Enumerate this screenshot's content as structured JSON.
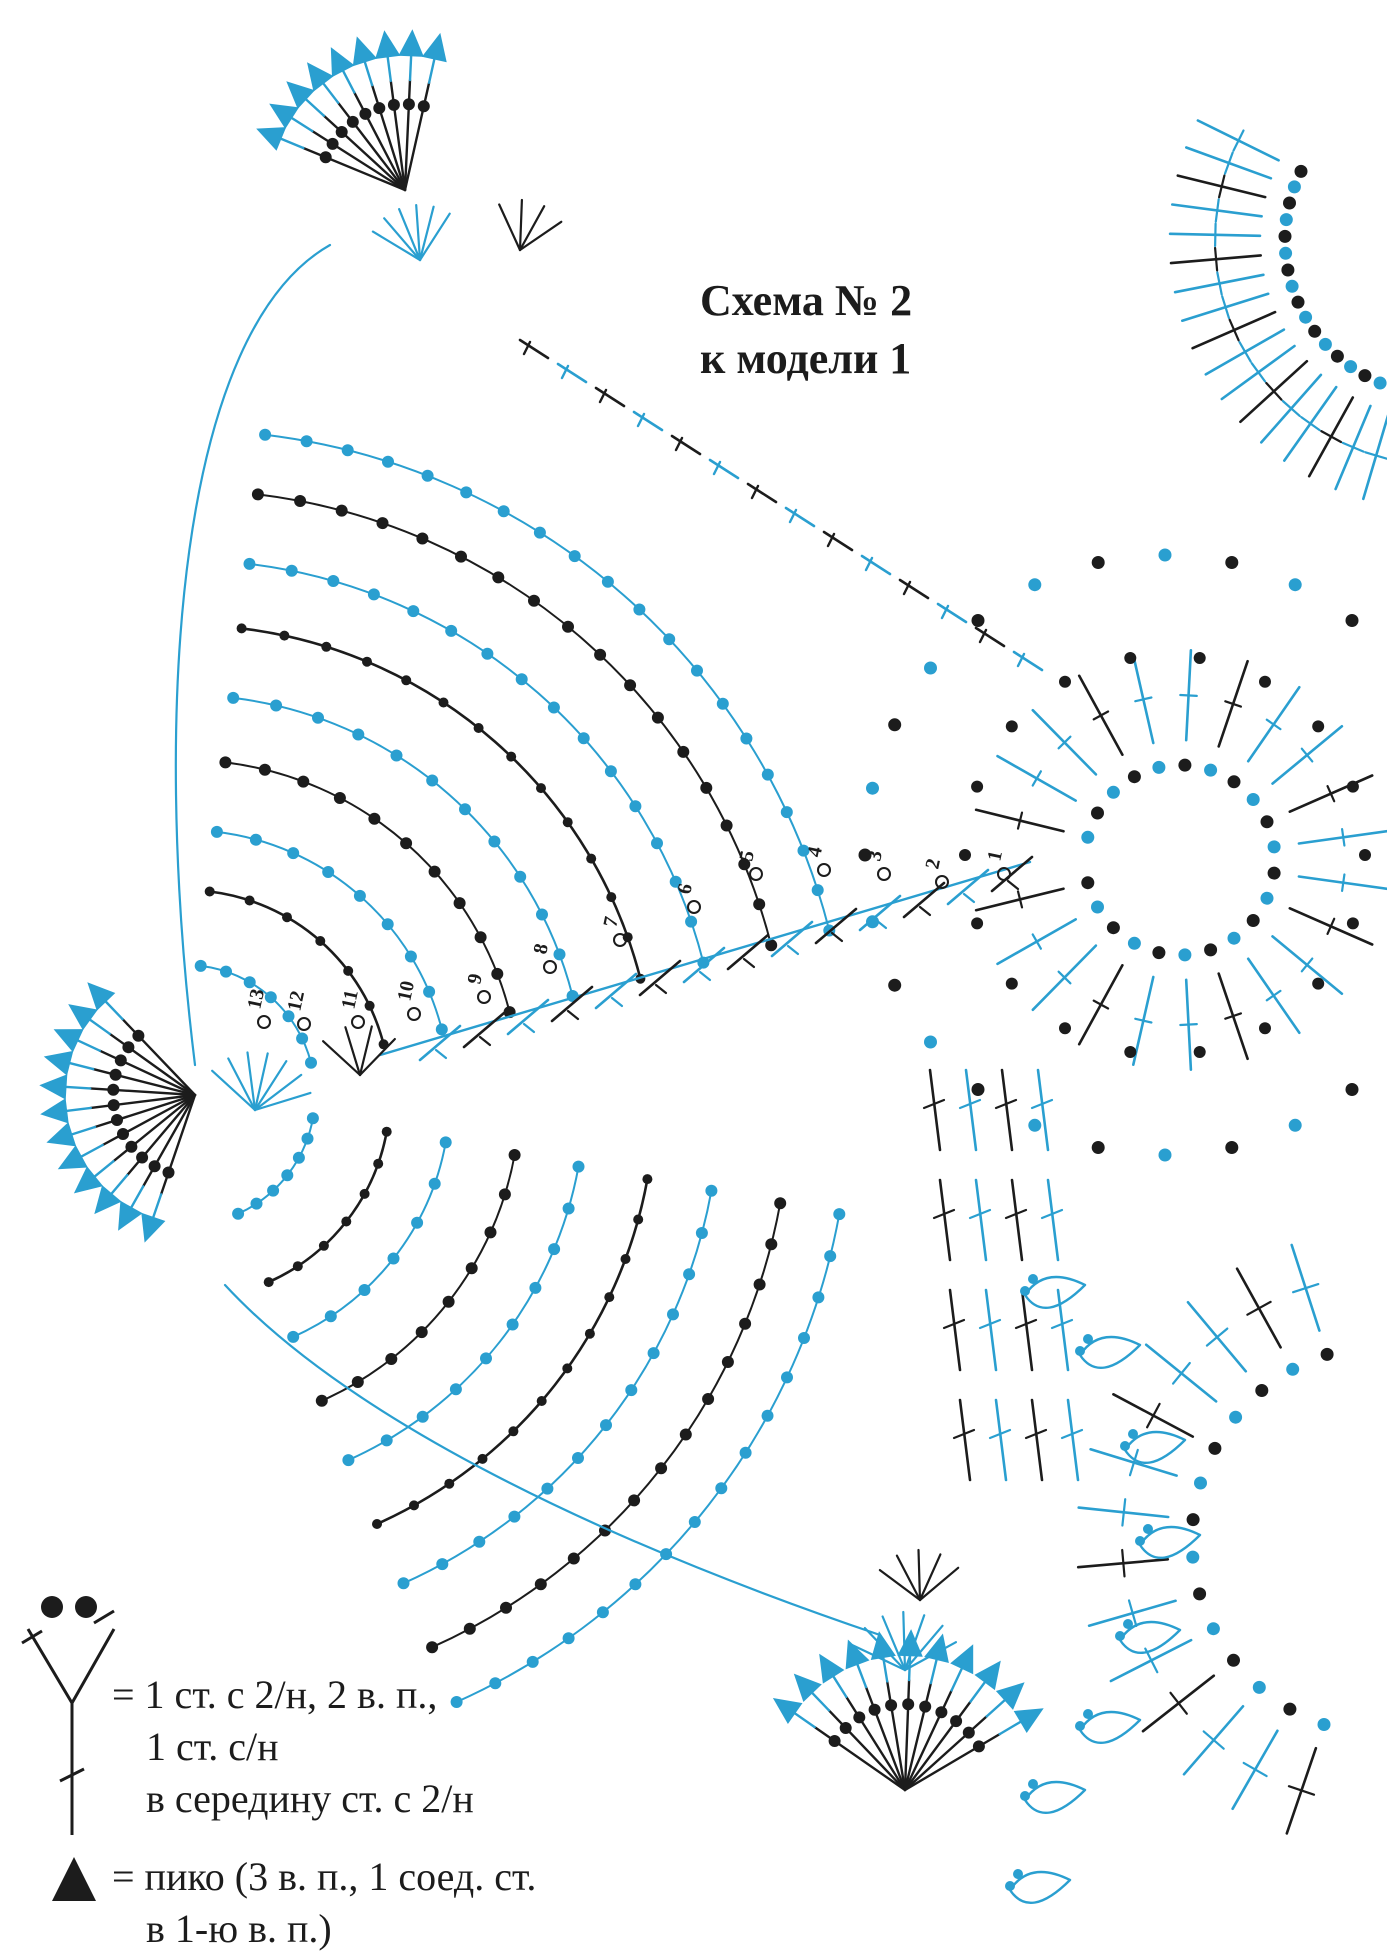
{
  "title": {
    "line1": "Схема № 2",
    "line2": "к модели 1"
  },
  "colors": {
    "blue": "#2a9fd0",
    "black": "#1c1c1c"
  },
  "row_numbers": [
    "1",
    "2",
    "3",
    "4",
    "5",
    "6",
    "7",
    "8",
    "9",
    "10",
    "11",
    "12",
    "13"
  ],
  "legend": {
    "symbol1": {
      "icon": "double-crochet-v-stitch-icon",
      "line1": "= 1 ст. с 2/н, 2 в. п.,",
      "line2": "1 ст. с/н",
      "line3": "в середину ст. с 2/н"
    },
    "symbol2": {
      "icon": "picot-triangle-icon",
      "line1": "= пико (3 в. п., 1 соед. ст.",
      "line2": "в 1-ю в. п.)"
    }
  }
}
